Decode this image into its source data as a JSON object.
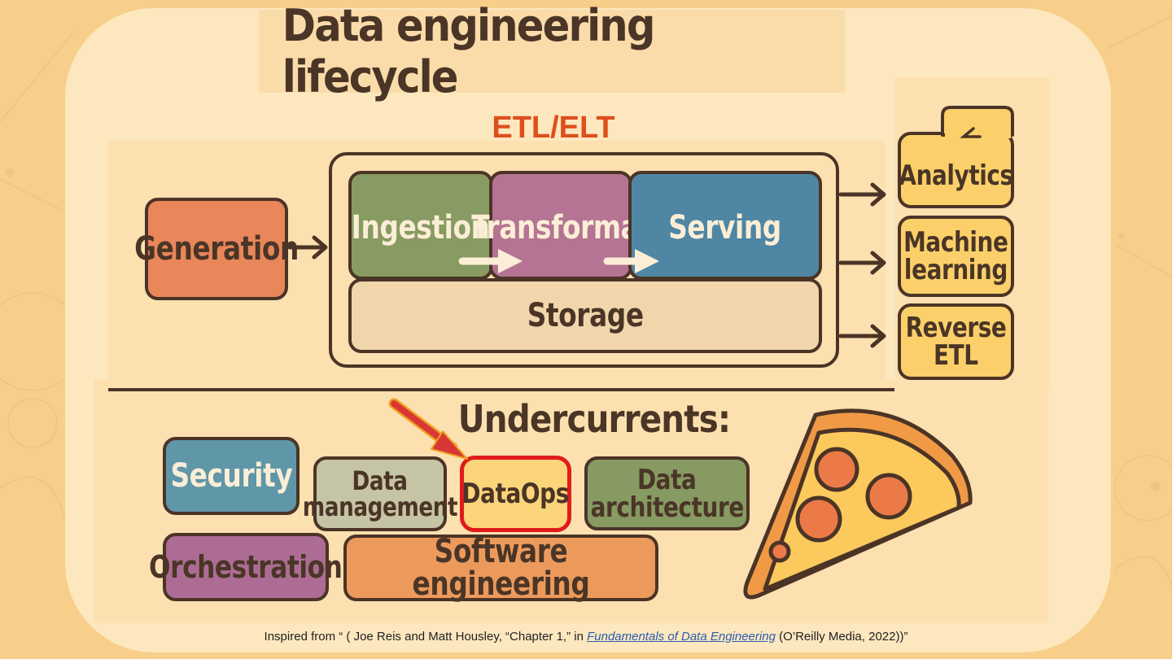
{
  "title": "Data engineering lifecycle",
  "etl_label": "ETL/ELT",
  "generation": "Generation",
  "stages": {
    "ingestion": "Ingestion",
    "transformation": "Transformat",
    "serving": "Serving",
    "storage": "Storage"
  },
  "outputs": {
    "analytics": "Analytics",
    "ml_line1": "Machine",
    "ml_line2": "learning",
    "reverse_line1": "Reverse",
    "reverse_line2": "ETL"
  },
  "undercurrents": {
    "heading": "Undercurrents:",
    "security": "Security",
    "data_management_line1": "Data",
    "data_management_line2": "management",
    "dataops": "DataOps",
    "data_architecture_line1": "Data",
    "data_architecture_line2": "architecture",
    "orchestration": "Orchestration",
    "software_engineering": "Software engineering"
  },
  "footer": {
    "prefix": "Inspired from “ ( Joe Reis and Matt Housley, “Chapter 1,” in ",
    "book": "Fundamentals of Data Engineering",
    "suffix": " (O’Reilly Media, 2022))”"
  },
  "colors": {
    "background": "#f7cf8a",
    "outline": "#4b3426",
    "generation": "#e9865a",
    "ingestion": "#889b62",
    "transformation": "#b57494",
    "serving": "#4f86a3",
    "storage": "#f1d6ac",
    "output": "#fbd06a",
    "security": "#5f96a8",
    "data_management": "#c6c4a6",
    "dataops": "#fcd47a",
    "dataops_highlight": "#e01b1b",
    "data_architecture": "#869a62",
    "orchestration": "#ac6c94",
    "software_engineering": "#ec9a5c",
    "etl_label": "#dd4f1c"
  }
}
